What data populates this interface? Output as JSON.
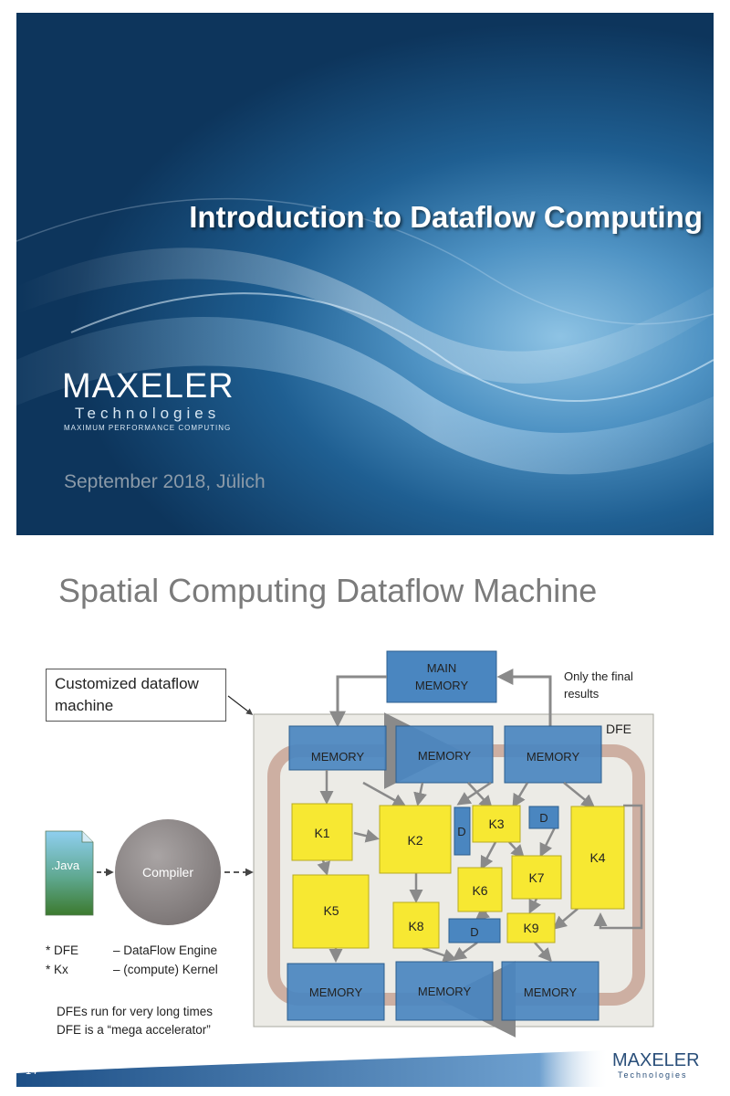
{
  "slide1": {
    "title": "Introduction to Dataflow Computing",
    "logo": {
      "name": "MAXELER",
      "sub": "Technologies",
      "tagline": "MAXIMUM PERFORMANCE COMPUTING"
    },
    "date": "September 2018, Jülich"
  },
  "slide2": {
    "title": "Spatial Computing Dataflow Machine",
    "callout": {
      "line1": "Customized dataflow",
      "line2": "machine"
    },
    "diagram": {
      "main_memory": {
        "line1": "MAIN",
        "line2": "MEMORY"
      },
      "note": {
        "line1": "Only the final",
        "line2": "results"
      },
      "dfe_label": "DFE",
      "memory_label": "MEMORY",
      "kernels": [
        "K1",
        "K2",
        "K3",
        "K4",
        "K5",
        "K6",
        "K7",
        "K8",
        "K9"
      ],
      "d_label": "D",
      "java_label": ".Java",
      "compiler_label": "Compiler"
    },
    "legend": [
      {
        "key": "* DFE",
        "value": "– DataFlow Engine"
      },
      {
        "key": "* Kx",
        "value": "– (compute) Kernel"
      }
    ],
    "notes": [
      "DFEs run for very long times",
      "DFE is a “mega accelerator”"
    ],
    "page_number": "14",
    "footer_logo": {
      "name": "MAXELER",
      "sub": "Technologies"
    },
    "colors": {
      "memory": "#4a86c0",
      "kernel": "#f7e832",
      "dfe_bg": "#ecebe6",
      "flow": "#c8a595",
      "arrow": "#8a8a8a"
    }
  }
}
